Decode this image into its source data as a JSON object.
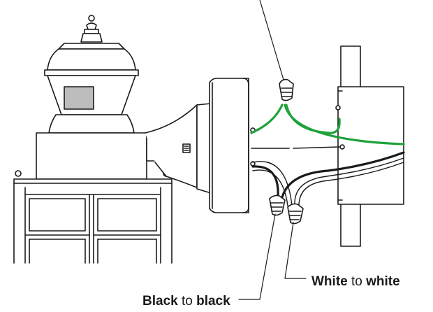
{
  "labels": {
    "white_callout": {
      "strong1": "White",
      "joiner": " to ",
      "strong2": "white"
    },
    "black_callout": {
      "strong1": "Black",
      "joiner": " to ",
      "strong2": "black"
    }
  },
  "colors": {
    "ground_wire": "#1fa23a",
    "line": "#1a1a1a",
    "sensor": "#bdbdbd"
  },
  "icons": [
    "lamp-finial-icon",
    "motion-sensor-icon",
    "wire-nut-icon"
  ]
}
